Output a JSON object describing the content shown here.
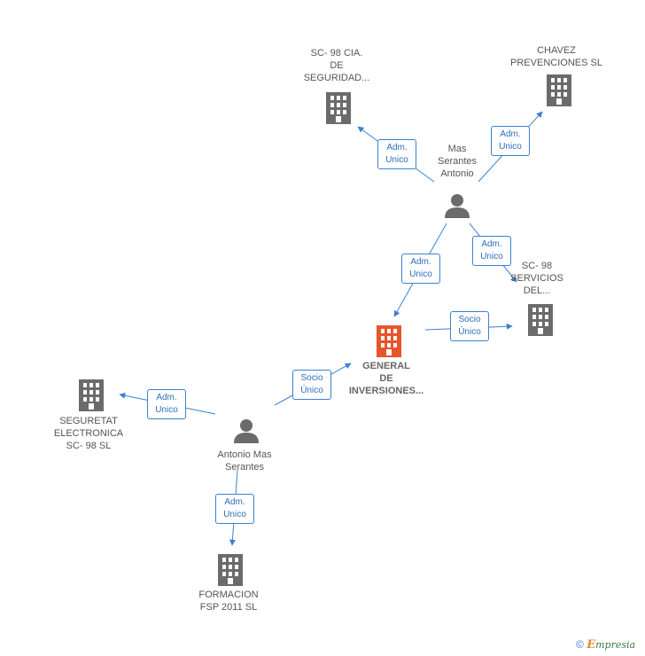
{
  "nodes": {
    "general": {
      "label": "GENERAL\nDE\nINVERSIONES...",
      "icon": "building-icon",
      "color": "#e8552b"
    },
    "sc98cia": {
      "label": "SC- 98 CIA.\nDE\nSEGURIDAD...",
      "icon": "building-icon",
      "color": "#6b6b6b"
    },
    "chavez": {
      "label": "CHAVEZ\nPREVENCIONES SL",
      "icon": "building-icon",
      "color": "#6b6b6b"
    },
    "sc98serv": {
      "label": "SC- 98\nSERVICIOS\nDEL...",
      "icon": "building-icon",
      "color": "#6b6b6b"
    },
    "seguretat": {
      "label": "SEGURETAT\nELECTRONICA\nSC- 98  SL",
      "icon": "building-icon",
      "color": "#6b6b6b"
    },
    "formacion": {
      "label": "FORMACION\nFSP 2011 SL",
      "icon": "building-icon",
      "color": "#6b6b6b"
    },
    "person_top": {
      "label": "Mas\nSerantes\nAntonio",
      "icon": "person-icon",
      "color": "#6b6b6b"
    },
    "person_bottom": {
      "label": "Antonio Mas\nSerantes",
      "icon": "person-icon",
      "color": "#6b6b6b"
    }
  },
  "relations": {
    "r1": "Adm.\nUnico",
    "r2": "Adm.\nUnico",
    "r3": "Adm.\nUnico",
    "r4": "Adm.\nUnico",
    "r5": "Socio\nÚnico",
    "r6": "Socio\nÚnico",
    "r7": "Adm.\nUnico",
    "r8": "Adm.\nUnico"
  },
  "footer": {
    "copyright": "©",
    "brand_first": "E",
    "brand_rest": "mpresia"
  },
  "colors": {
    "edge": "#3b82d0",
    "main_node": "#e8552b",
    "node": "#6b6b6b"
  }
}
